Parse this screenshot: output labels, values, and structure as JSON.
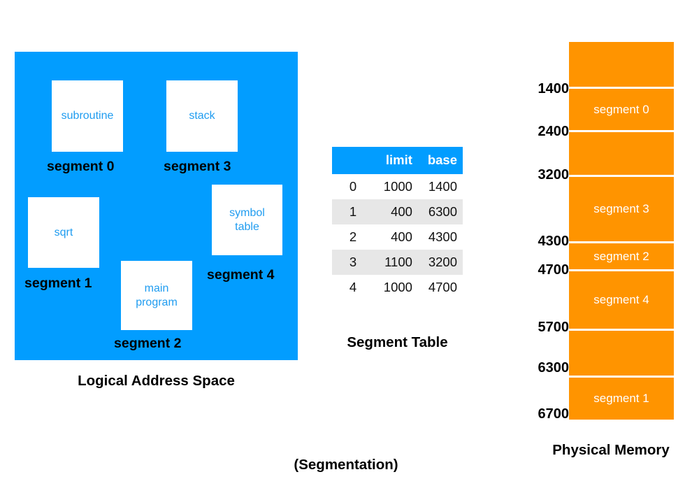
{
  "figure": {
    "title": "(Segmentation)",
    "colors": {
      "logical_blue": "#029dff",
      "physical_orange": "#ff9400",
      "box_white": "#ffffff",
      "box_label_blue": "#1f9cf0",
      "table_stripe_gray": "#e7e7e7"
    }
  },
  "logical_address_space": {
    "caption": "Logical Address Space",
    "boxes": [
      {
        "label": "subroutine",
        "segment_caption": "segment 0"
      },
      {
        "label": "stack",
        "segment_caption": "segment 3"
      },
      {
        "label": "sqrt",
        "segment_caption": "segment 1"
      },
      {
        "label": "main\nprogram",
        "label_line1": "main",
        "label_line2": "program",
        "segment_caption": "segment 2"
      },
      {
        "label": "symbol\ntable",
        "label_line1": "symbol",
        "label_line2": "table",
        "segment_caption": "segment 4"
      }
    ]
  },
  "segment_table": {
    "caption": "Segment Table",
    "columns": [
      "",
      "limit",
      "base"
    ],
    "rows": [
      {
        "index": "0",
        "limit": "1000",
        "base": "1400"
      },
      {
        "index": "1",
        "limit": "400",
        "base": "6300"
      },
      {
        "index": "2",
        "limit": "400",
        "base": "4300"
      },
      {
        "index": "3",
        "limit": "1100",
        "base": "3200"
      },
      {
        "index": "4",
        "limit": "1000",
        "base": "4700"
      }
    ]
  },
  "physical_memory": {
    "caption": "Physical Memory",
    "addresses": [
      "1400",
      "2400",
      "3200",
      "4300",
      "4700",
      "5700",
      "6300",
      "6700"
    ],
    "blocks": [
      {
        "label": "",
        "start": "",
        "end": "1400"
      },
      {
        "label": "segment 0",
        "start": "1400",
        "end": "2400"
      },
      {
        "label": "",
        "start": "2400",
        "end": "3200"
      },
      {
        "label": "segment 3",
        "start": "3200",
        "end": "4300"
      },
      {
        "label": "segment 2",
        "start": "4300",
        "end": "4700"
      },
      {
        "label": "segment 4",
        "start": "4700",
        "end": "5700"
      },
      {
        "label": "",
        "start": "5700",
        "end": "6300"
      },
      {
        "label": "segment 1",
        "start": "6300",
        "end": "6700"
      }
    ]
  }
}
